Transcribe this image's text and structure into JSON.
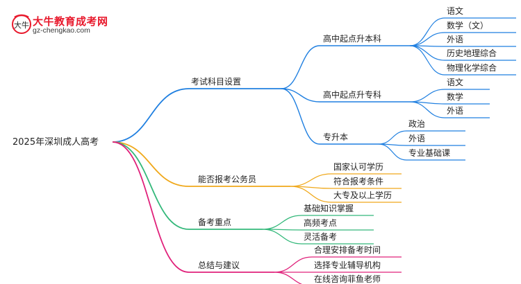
{
  "logo": {
    "title": "大牛教育成考网",
    "url": "gz-chengkao.com",
    "mark_text": "大牛"
  },
  "colors": {
    "blue": "#1f7fe0",
    "orange": "#f0a81a",
    "green": "#33b87a",
    "magenta": "#e0207a",
    "text": "#222222"
  },
  "mindmap": {
    "root": "2025年深圳成人高考",
    "branches": [
      {
        "label": "考试科目设置",
        "color": "#1f7fe0",
        "children": [
          {
            "label": "高中起点升本科",
            "children": [
              "语文",
              "数学（文）",
              "外语",
              "历史地理综合",
              "物理化学综合"
            ]
          },
          {
            "label": "高中起点升专科",
            "children": [
              "语文",
              "数学",
              "外语"
            ]
          },
          {
            "label": "专升本",
            "children": [
              "政治",
              "外语",
              "专业基础课"
            ]
          }
        ]
      },
      {
        "label": "能否报考公务员",
        "color": "#f0a81a",
        "children": [
          "国家认可学历",
          "符合报考条件",
          "大专及以上学历"
        ]
      },
      {
        "label": "备考重点",
        "color": "#33b87a",
        "children": [
          "基础知识掌握",
          "高频考点",
          "灵活备考"
        ]
      },
      {
        "label": "总结与建议",
        "color": "#e0207a",
        "children": [
          "合理安排备考时间",
          "选择专业辅导机构",
          "在线咨询菲鱼老师"
        ]
      }
    ]
  }
}
